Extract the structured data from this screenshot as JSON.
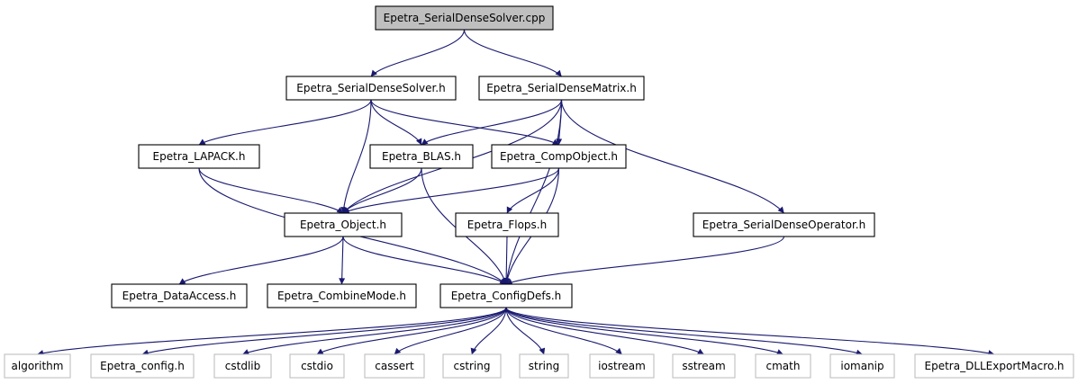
{
  "graph": {
    "nodes": [
      {
        "id": "root",
        "label": "Epetra_SerialDenseSolver.cpp",
        "kind": "root"
      },
      {
        "id": "solver_h",
        "label": "Epetra_SerialDenseSolver.h",
        "kind": "file"
      },
      {
        "id": "matrix_h",
        "label": "Epetra_SerialDenseMatrix.h",
        "kind": "file"
      },
      {
        "id": "lapack_h",
        "label": "Epetra_LAPACK.h",
        "kind": "file"
      },
      {
        "id": "blas_h",
        "label": "Epetra_BLAS.h",
        "kind": "file"
      },
      {
        "id": "compobject_h",
        "label": "Epetra_CompObject.h",
        "kind": "file"
      },
      {
        "id": "object_h",
        "label": "Epetra_Object.h",
        "kind": "file"
      },
      {
        "id": "flops_h",
        "label": "Epetra_Flops.h",
        "kind": "file"
      },
      {
        "id": "operator_h",
        "label": "Epetra_SerialDenseOperator.h",
        "kind": "file"
      },
      {
        "id": "dataaccess_h",
        "label": "Epetra_DataAccess.h",
        "kind": "file"
      },
      {
        "id": "combinemode_h",
        "label": "Epetra_CombineMode.h",
        "kind": "file"
      },
      {
        "id": "configdefs_h",
        "label": "Epetra_ConfigDefs.h",
        "kind": "file"
      },
      {
        "id": "algorithm",
        "label": "algorithm",
        "kind": "external"
      },
      {
        "id": "epetra_config",
        "label": "Epetra_config.h",
        "kind": "external"
      },
      {
        "id": "cstdlib",
        "label": "cstdlib",
        "kind": "external"
      },
      {
        "id": "cstdio",
        "label": "cstdio",
        "kind": "external"
      },
      {
        "id": "cassert",
        "label": "cassert",
        "kind": "external"
      },
      {
        "id": "cstring",
        "label": "cstring",
        "kind": "external"
      },
      {
        "id": "string",
        "label": "string",
        "kind": "external"
      },
      {
        "id": "iostream",
        "label": "iostream",
        "kind": "external"
      },
      {
        "id": "sstream",
        "label": "sstream",
        "kind": "external"
      },
      {
        "id": "cmath",
        "label": "cmath",
        "kind": "external"
      },
      {
        "id": "iomanip",
        "label": "iomanip",
        "kind": "external"
      },
      {
        "id": "dllexport",
        "label": "Epetra_DLLExportMacro.h",
        "kind": "external"
      }
    ],
    "edges": [
      {
        "from": "root",
        "to": "solver_h"
      },
      {
        "from": "root",
        "to": "matrix_h"
      },
      {
        "from": "solver_h",
        "to": "lapack_h"
      },
      {
        "from": "solver_h",
        "to": "object_h"
      },
      {
        "from": "solver_h",
        "to": "blas_h"
      },
      {
        "from": "solver_h",
        "to": "compobject_h"
      },
      {
        "from": "matrix_h",
        "to": "object_h"
      },
      {
        "from": "matrix_h",
        "to": "blas_h"
      },
      {
        "from": "matrix_h",
        "to": "compobject_h"
      },
      {
        "from": "matrix_h",
        "to": "configdefs_h"
      },
      {
        "from": "matrix_h",
        "to": "operator_h"
      },
      {
        "from": "lapack_h",
        "to": "object_h"
      },
      {
        "from": "lapack_h",
        "to": "configdefs_h"
      },
      {
        "from": "blas_h",
        "to": "object_h"
      },
      {
        "from": "blas_h",
        "to": "configdefs_h"
      },
      {
        "from": "compobject_h",
        "to": "object_h"
      },
      {
        "from": "compobject_h",
        "to": "flops_h"
      },
      {
        "from": "compobject_h",
        "to": "configdefs_h"
      },
      {
        "from": "object_h",
        "to": "dataaccess_h"
      },
      {
        "from": "object_h",
        "to": "combinemode_h"
      },
      {
        "from": "object_h",
        "to": "configdefs_h"
      },
      {
        "from": "flops_h",
        "to": "configdefs_h"
      },
      {
        "from": "operator_h",
        "to": "configdefs_h"
      },
      {
        "from": "configdefs_h",
        "to": "algorithm"
      },
      {
        "from": "configdefs_h",
        "to": "epetra_config"
      },
      {
        "from": "configdefs_h",
        "to": "cstdlib"
      },
      {
        "from": "configdefs_h",
        "to": "cstdio"
      },
      {
        "from": "configdefs_h",
        "to": "cassert"
      },
      {
        "from": "configdefs_h",
        "to": "cstring"
      },
      {
        "from": "configdefs_h",
        "to": "string"
      },
      {
        "from": "configdefs_h",
        "to": "iostream"
      },
      {
        "from": "configdefs_h",
        "to": "sstream"
      },
      {
        "from": "configdefs_h",
        "to": "cmath"
      },
      {
        "from": "configdefs_h",
        "to": "iomanip"
      },
      {
        "from": "configdefs_h",
        "to": "dllexport"
      }
    ]
  }
}
